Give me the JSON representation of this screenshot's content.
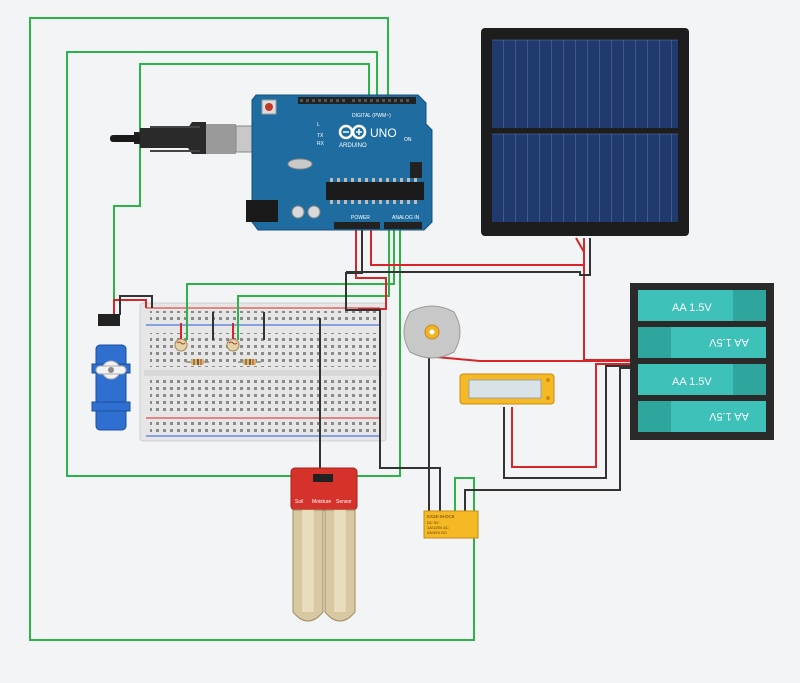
{
  "arduino": {
    "brand": "ARDUINO",
    "model": "UNO",
    "digital_header": "DIGITAL (PWM~)",
    "power_header": "POWER",
    "analog_header": "ANALOG IN",
    "on_label": "ON",
    "tx_label": "TX",
    "rx_label": "RX",
    "l_label": "L"
  },
  "battery_pack": {
    "cells": [
      "AA 1.5V",
      "AA 1.5V",
      "AA 1.5V",
      "AA 1.5V"
    ]
  },
  "relay": {
    "lines": [
      "KS2E-M-DC5",
      "DC 5V",
      "1A/125V AC",
      "2A/30V DC"
    ]
  },
  "soil_sensor": {
    "labels": [
      "Soil",
      "Moisture",
      "Sensor"
    ]
  },
  "colors": {
    "wire_green": "#2db34a",
    "wire_red": "#d8252a",
    "wire_black": "#333333",
    "arduino_blue": "#1f6da0",
    "battery_teal": "#3ec1b8",
    "relay_yellow": "#f5b926",
    "sensor_red": "#d6322c",
    "solar_cell": "#1d3463"
  }
}
